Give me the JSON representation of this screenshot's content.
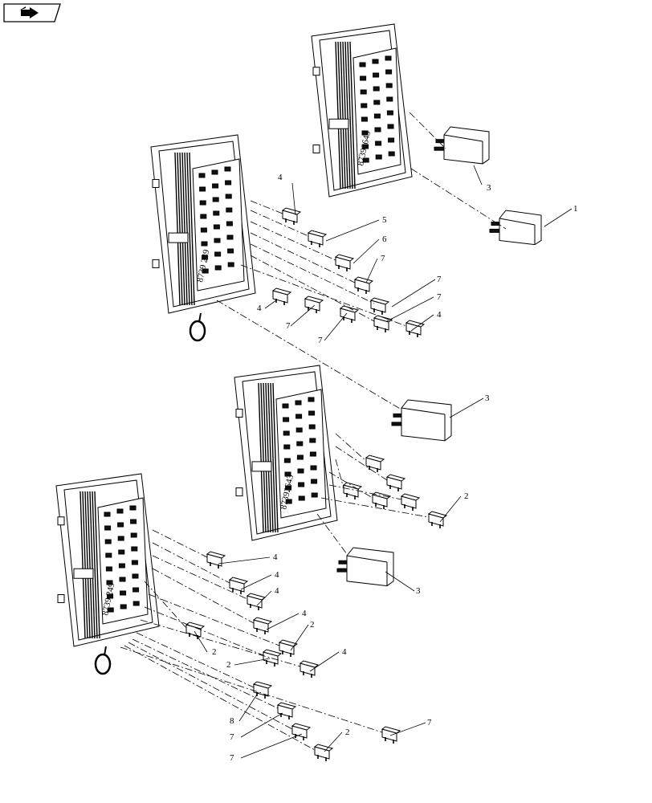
{
  "nav": {
    "icon": "return-arrow-icon"
  },
  "callouts": [
    "3",
    "1",
    "4",
    "5",
    "6",
    "7",
    "7",
    "7",
    "4",
    "4",
    "7",
    "7",
    "3",
    "2",
    "3",
    "4",
    "4",
    "4",
    "4",
    "2",
    "2",
    "2",
    "4",
    "8",
    "7",
    "7",
    "2",
    "7"
  ],
  "relay_parts": [
    "3",
    "1",
    "3",
    "3"
  ],
  "fuse_box_labels": [
    "87392643",
    "8739 249",
    "87392643"
  ]
}
